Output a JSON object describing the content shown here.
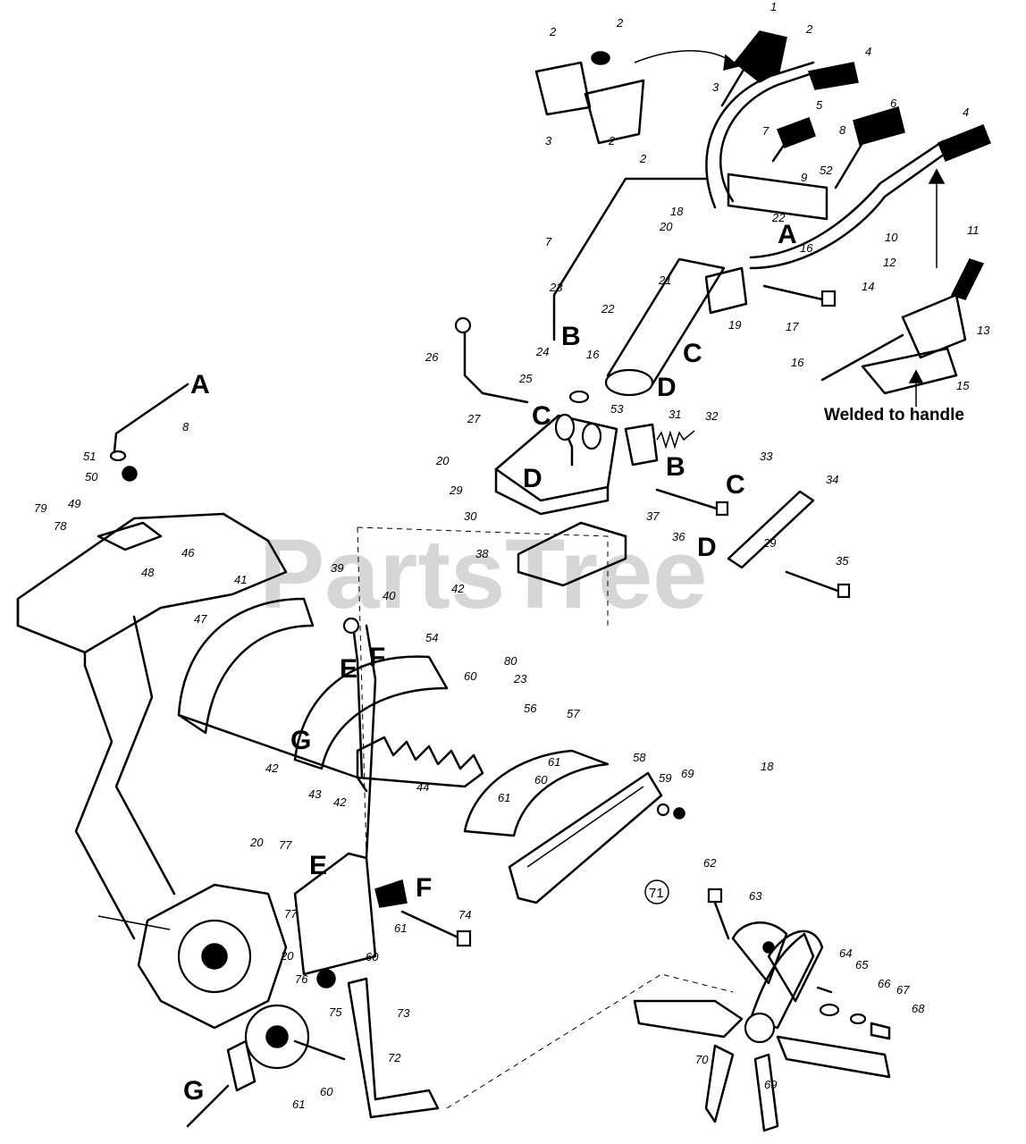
{
  "watermark": "PartsTree",
  "note": "Welded to handle",
  "circled_label": "71",
  "reference_letters": [
    {
      "id": "A1",
      "text": "A"
    },
    {
      "id": "A2",
      "text": "A"
    },
    {
      "id": "B1",
      "text": "B"
    },
    {
      "id": "B2",
      "text": "B"
    },
    {
      "id": "C1",
      "text": "C"
    },
    {
      "id": "C2",
      "text": "C"
    },
    {
      "id": "C3",
      "text": "C"
    },
    {
      "id": "D1",
      "text": "D"
    },
    {
      "id": "D2",
      "text": "D"
    },
    {
      "id": "D3",
      "text": "D"
    },
    {
      "id": "E1",
      "text": "E"
    },
    {
      "id": "E2",
      "text": "E"
    },
    {
      "id": "F1",
      "text": "F"
    },
    {
      "id": "F2",
      "text": "F"
    },
    {
      "id": "G1",
      "text": "G"
    },
    {
      "id": "G2",
      "text": "G"
    }
  ],
  "callouts": [
    "1",
    "2",
    "2",
    "2",
    "2",
    "2",
    "3",
    "3",
    "4",
    "4",
    "5",
    "6",
    "7",
    "7",
    "8",
    "8",
    "9",
    "10",
    "11",
    "12",
    "13",
    "14",
    "15",
    "16",
    "16",
    "16",
    "17",
    "18",
    "18",
    "19",
    "20",
    "20",
    "20",
    "20",
    "21",
    "22",
    "22",
    "23",
    "23",
    "24",
    "25",
    "26",
    "27",
    "29",
    "29",
    "30",
    "31",
    "32",
    "33",
    "34",
    "35",
    "36",
    "37",
    "38",
    "39",
    "40",
    "41",
    "42",
    "42",
    "42",
    "43",
    "44",
    "46",
    "47",
    "48",
    "49",
    "50",
    "51",
    "52",
    "53",
    "54",
    "56",
    "57",
    "58",
    "59",
    "60",
    "60",
    "60",
    "60",
    "61",
    "61",
    "61",
    "61",
    "62",
    "63",
    "64",
    "65",
    "66",
    "67",
    "68",
    "69",
    "69",
    "70",
    "72",
    "73",
    "74",
    "75",
    "76",
    "77",
    "77",
    "78",
    "79",
    "80"
  ]
}
